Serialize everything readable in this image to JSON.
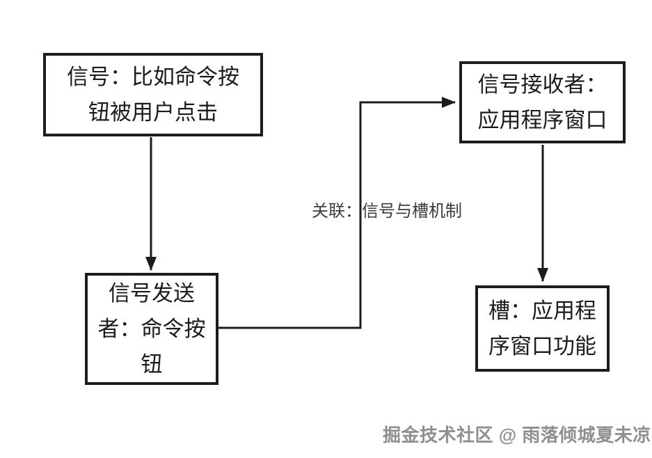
{
  "diagram": {
    "title_hint": "signal-slot-mechanism-flowchart",
    "nodes": {
      "signal": {
        "lines": [
          "信号：比如命令按",
          "钮被用户点击"
        ]
      },
      "receiver": {
        "lines": [
          "信号接收者：",
          "应用程序窗口"
        ]
      },
      "sender": {
        "lines": [
          "信号发送",
          "者：命令按",
          "钮"
        ]
      },
      "slot": {
        "lines": [
          "槽：应用程",
          "序窗口功能"
        ]
      }
    },
    "edges": {
      "association_label": "关联：信号与槽机制"
    },
    "colors": {
      "border": "#1c1c1c",
      "text": "#1c1c1c",
      "arrow": "#1c1c1c",
      "label": "#3c3c3c"
    }
  },
  "watermark": {
    "text": "掘金技术社区 @ 雨落倾城夏未凉",
    "color": "#8f8f8f"
  }
}
